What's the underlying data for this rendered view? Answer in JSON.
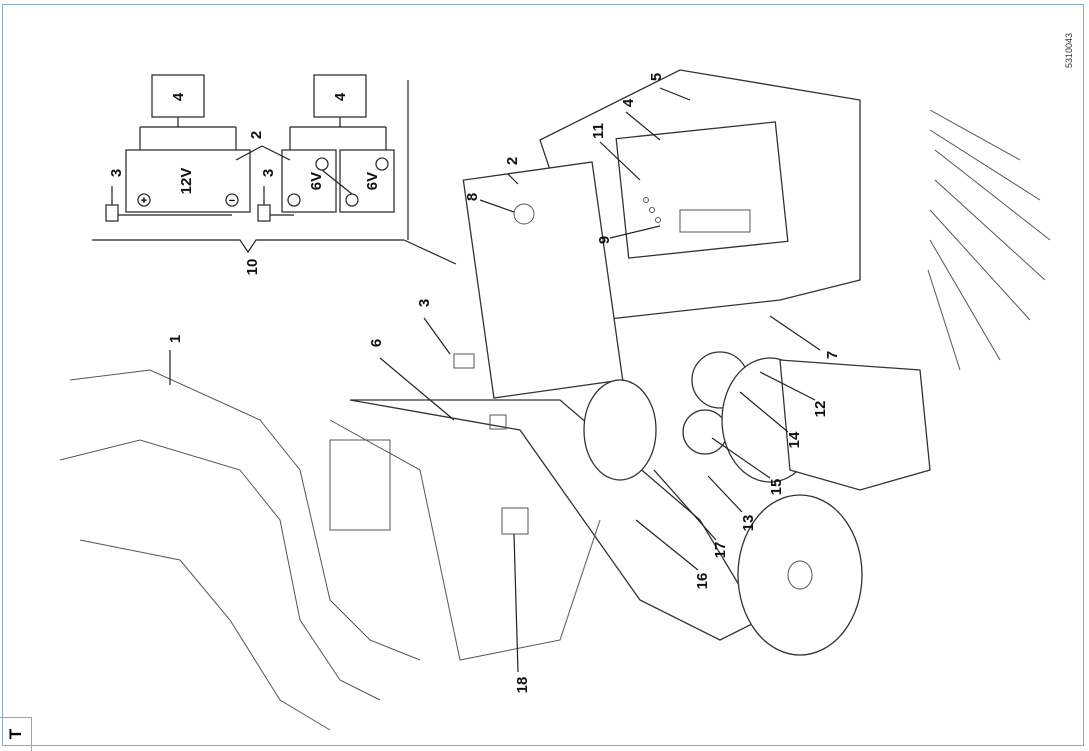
{
  "doc_code": "5310043",
  "section_tag": "T",
  "callouts": [
    "1",
    "2",
    "3",
    "4",
    "5",
    "6",
    "7",
    "8",
    "9",
    "10",
    "11",
    "12",
    "13",
    "14",
    "15",
    "16",
    "17",
    "18"
  ],
  "inset": {
    "block_12v": {
      "controller": "4",
      "battery_label": "12V",
      "battery_ref": "2",
      "connector_ref": "3"
    },
    "block_6v": {
      "controller": "4",
      "battery_a_label": "6V",
      "battery_b_label": "6V",
      "connector_ref": "3"
    },
    "group_ref": "10",
    "plus": "+",
    "minus": "−"
  }
}
